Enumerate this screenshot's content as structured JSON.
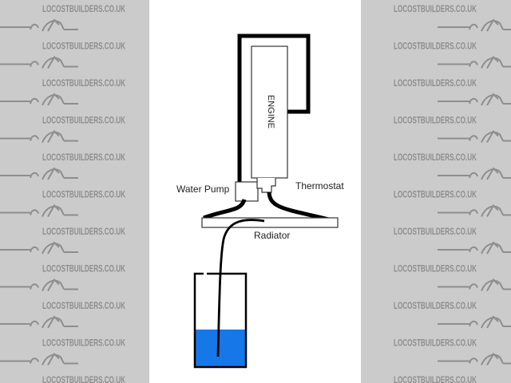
{
  "watermark": {
    "text": "LOCOSTBUILDERS.CO.UK",
    "background": "#cbcbcb",
    "color": "#8e8e8e"
  },
  "diagram": {
    "labels": {
      "engine": "ENGINE",
      "water_pump": "Water Pump",
      "thermostat": "Thermostat",
      "radiator": "Radiator"
    },
    "colors": {
      "water": "#1677e8",
      "line": "#000000"
    }
  }
}
